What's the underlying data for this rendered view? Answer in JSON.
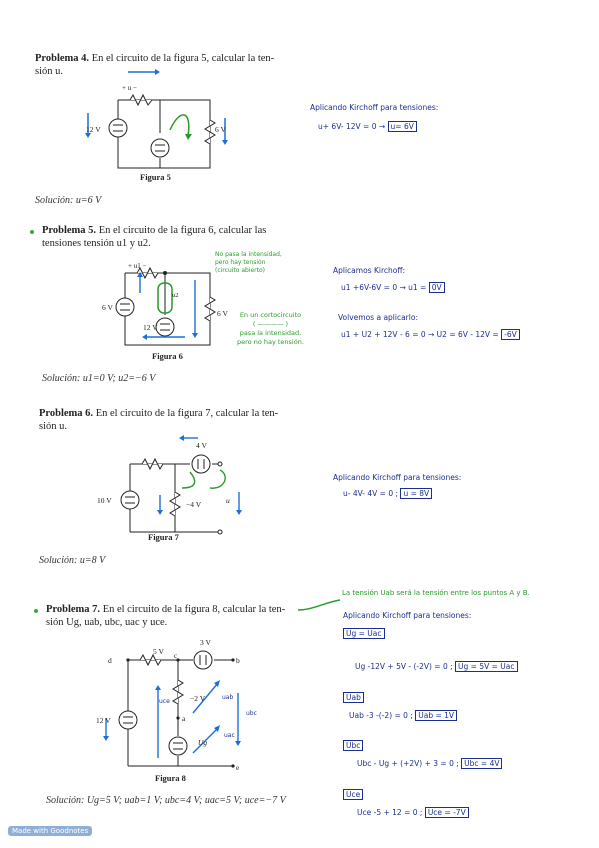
{
  "p4": {
    "title": "Problema 4.",
    "text1": "En el circuito de la figura 5, calcular la ten-",
    "text2": "sión u.",
    "fig": "Figura 5",
    "solution": "Solución: u=6 V",
    "labels": {
      "src_left": "12 V",
      "right": "6 V",
      "u": "+ u −"
    },
    "notes": {
      "line1": "Aplicando Kirchoff para tensiones:",
      "line2a": "u+ 6V- 12V = 0 →",
      "box": "u= 6V"
    }
  },
  "p5": {
    "title": "Problema 5.",
    "text1": "En el circuito de la figura 6, calcular las",
    "text2": "tensiones tensión u1 y u2.",
    "fig": "Figura 6",
    "solution": "Solución: u1=0 V; u2=−6 V",
    "labels": {
      "left": "6 V",
      "right": "6 V",
      "src": "12 V",
      "u1": "+ u1 −",
      "u2": "u2"
    },
    "green1": [
      "No pasa la intensidad,",
      "pero hay tensión",
      "(circuito abierto)"
    ],
    "green2": [
      "En un cortocircuito",
      "(  ————  )",
      "pasa la intensidad,",
      "pero no hay tensión."
    ],
    "notes": {
      "l1": "Aplicamos Kirchoff:",
      "l2a": "u1 +6V-6V = 0 → u1 =",
      "box1": "0V",
      "l3": "Volvemos a aplicarlo:",
      "l4a": "u1 + U2 + 12V - 6 = 0 → U2 = 6V - 12V =",
      "box2": "-6V"
    }
  },
  "p6": {
    "title": "Problema 6.",
    "text1": "En el circuito de la figura 7, calcular la ten-",
    "text2": "sión u.",
    "fig": "Figura 7",
    "solution": "Solución: u=8 V",
    "labels": {
      "top": "4 V",
      "left": "10 V",
      "mid": "−4 V",
      "u": "u"
    },
    "notes": {
      "line1": "Aplicando Kirchoff para tensiones:",
      "line2a": "u- 4V- 4V = 0 ;",
      "box": "u = 8V"
    }
  },
  "p7": {
    "title": "Problema 7.",
    "text1": "En el circuito de la figura 8, calcular la ten-",
    "text2": "sión Ug, uab, ubc, uac y uce.",
    "fig": "Figura 8",
    "solution": "Solución: Ug=5 V; uab=1 V; ubc=4 V; uac=5 V; uce=−7 V",
    "labels": {
      "top1": "5 V",
      "top2": "3 V",
      "left": "12 V",
      "mid": "−2 V",
      "ug": "Ug",
      "d": "d",
      "c": "c",
      "b": "b",
      "a": "a",
      "e": "e",
      "uce": "uce",
      "uab": "uab",
      "ubc": "ubc",
      "uac": "uac"
    },
    "green": "La tensión Uab será la tensión entre los puntos A y B.",
    "notes": {
      "l1": "Aplicando Kirchoff para tensiones:",
      "h1": "Ug = Uac",
      "e1a": "Ug -12V + 5V - (-2V) = 0 ;",
      "e1b": "Ug = 5V = Uac",
      "h2": "Uab",
      "e2a": "Uab -3 -(-2) = 0 ;",
      "e2b": "Uab = 1V",
      "h3": "Ubc",
      "e3a": "Ubc - Ug + (+2V) + 3 = 0 ;",
      "e3b": "Ubc = 4V",
      "h4": "Uce",
      "e4a": "Uce -5 + 12 = 0 ;",
      "e4b": "Uce = -7V"
    }
  },
  "footer": {
    "made": "Made with Goodnotes"
  },
  "colors": {
    "ink": "#1c2f8f",
    "green": "#2a9a2a",
    "text": "#222222"
  }
}
